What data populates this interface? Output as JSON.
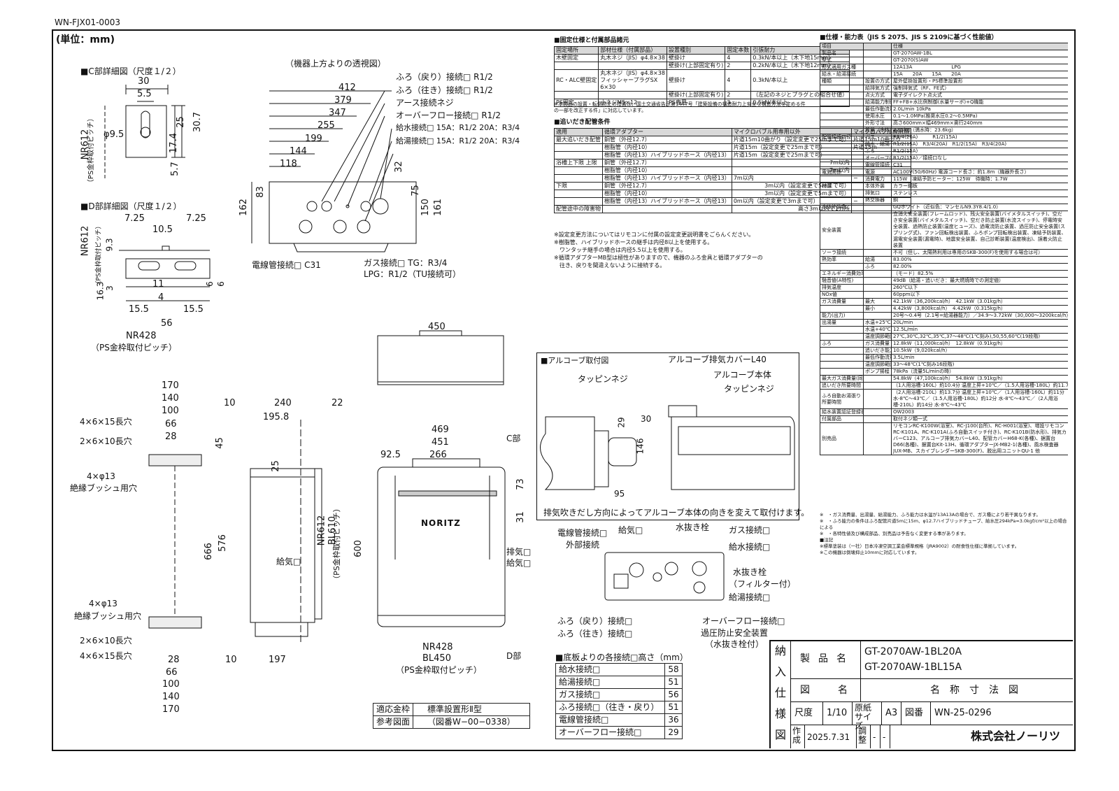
{
  "doc_id": "WN-FJX01-0003",
  "unit": "(単位：mm)",
  "c_detail": {
    "title": "■C部詳細図（尺度１/２）",
    "dims": [
      "30",
      "5.5",
      "φ9.5",
      "30.7",
      "25",
      "17.4",
      "5.7"
    ],
    "pitch": "NR612",
    "pitch_note": "（PS金枠取付ピッチ）"
  },
  "d_detail": {
    "title": "■D部詳細図（尺度１/２）",
    "dims": [
      "7.25",
      "10.5",
      "7.25",
      "9.3",
      "16.3",
      "3",
      "11",
      "6",
      "6",
      "4",
      "15.5",
      "15.5",
      "56"
    ],
    "pitch_left": "NR612",
    "pitch_left_note": "（PS金枠取付ピッチ）",
    "pitch_bottom": "NR428",
    "pitch_bottom_note": "（PS金枠取付ピッチ）"
  },
  "top_view": {
    "title": "（機器上方よりの透視図）",
    "dims": [
      "412",
      "379",
      "347",
      "255",
      "199",
      "144",
      "118",
      "83",
      "162",
      "32",
      "75",
      "150",
      "161"
    ],
    "labels": [
      "ふろ（戻り）接続□ R1/2",
      "ふろ（往き）接続□ R1/2",
      "アース接続ネジ",
      "オーバーフロー接続□ R1/2",
      "給水接続□ 15A：R1/2 20A：R3/4",
      "給湯接続□ 15A：R1/2 20A：R3/4"
    ],
    "bottom_left": "電線管接続□ C31",
    "gas": [
      "ガス接続□ TG：R3/4",
      "LPG：R1/2（TU接続可）"
    ]
  },
  "left_bracket": {
    "dims_top": [
      "170",
      "140",
      "100",
      "66",
      "28"
    ],
    "labels_top": [
      "4×6×15長穴",
      "2×6×10長穴",
      "4×φ13",
      "絶縁ブッシュ用穴"
    ],
    "labels_bottom": [
      "4×φ13",
      "絶縁ブッシュ用穴",
      "2×6×10長穴",
      "4×6×15長穴"
    ],
    "dims_bottom": [
      "28",
      "66",
      "100",
      "140",
      "170"
    ]
  },
  "side_view": {
    "dims": [
      "10",
      "240",
      "22",
      "195.8",
      "45",
      "25",
      "666",
      "576",
      "10",
      "197"
    ],
    "labels": [
      "給気□"
    ]
  },
  "plan_view": {
    "width": "450"
  },
  "front_view": {
    "dims": [
      "469",
      "451",
      "92.5",
      "266",
      "73",
      "31",
      "600"
    ],
    "pitch": [
      "NR612",
      "BL610",
      "（PS金枠取付ピッチ）"
    ],
    "labels": [
      "C部",
      "排気□",
      "給気□",
      "D部"
    ],
    "brand": "NORITZ",
    "bottom_pitch": [
      "NR428",
      "BL450",
      "（PS金枠取付ピッチ）"
    ]
  },
  "ref_table": {
    "rows": [
      [
        "適応金枠",
        "標準設置形Ⅱ型"
      ],
      [
        "参考図面",
        "（図番W−00−0338）"
      ]
    ]
  },
  "fixing_table": {
    "title": "■固定仕様と付属部品諸元",
    "headers": [
      "固定場所",
      "部材仕様（付属部品）",
      "設置種別",
      "固定本数",
      "引張耐力"
    ],
    "rows": [
      [
        "木壁固定",
        "丸木ネジ（JIS）φ4.8×38",
        "壁掛け",
        "4",
        "0.3kN/本以上（木下地15mm）"
      ],
      [
        "",
        "",
        "壁掛け(上部固定有り)",
        "2",
        "0.2kN/本以上（木下地12mm）"
      ],
      [
        "RC・ALC壁固定",
        "丸木ネジ（JIS）φ4.8×38 フィッシャープラグSX 6×30",
        "壁掛け",
        "4",
        "0.3kN/本以上"
      ],
      [
        "",
        "",
        "壁掛け(上部固定有り)",
        "2",
        "（左記のネジとプラグとの組合せ値）"
      ],
      [
        "PS固定",
        "小ネジM5×12",
        "PS専用",
        "3",
        "0.5kN/本以上"
      ]
    ],
    "note": "※本製品の設置・転倒防止の措置は、国土交通省告示第1447号「建築設備の構造耐力上安全な構造方法を定める件の一部を改正する件」に対応しています。"
  },
  "piping_table": {
    "title": "■追いだき配管条件",
    "headers": [
      "適用",
      "循環アダプター",
      "マイクロバブル用専用以外",
      "マイクロバブル専用用"
    ],
    "rows": [
      [
        "最大追いだき配管",
        "銅管（外径12.7）",
        "片道15m10曲がり（設定変更で25mまで可）",
        "片道15m10曲がり"
      ],
      [
        "",
        "樹脂管（内径10）",
        "片道15m（設定変更で25mまで可）",
        "片道15m"
      ],
      [
        "",
        "樹脂管（内径13）ハイブリッドホース（内径13）",
        "片道15m（設定変更で25mまで可）",
        "−"
      ],
      [
        "浴槽上下限 上限",
        "銅管（外径12.7）",
        "7m以内",
        ""
      ],
      [
        "",
        "樹脂管（内径10）",
        "7m以内",
        ""
      ],
      [
        "",
        "樹脂管（内径13）ハイブリッドホース（内径13）",
        "7m以内",
        "−"
      ],
      [
        "下限",
        "銅管（外径12.7）",
        "3m以内（設定変更で5mまで可）",
        ""
      ],
      [
        "",
        "樹脂管（内径10）",
        "3m以内（設定変更で5mまで可）",
        ""
      ],
      [
        "",
        "樹脂管（内径13）ハイブリッドホース（内径13）",
        "0m以内（設定変更で3mまで可）",
        "−"
      ],
      [
        "配管途中の障害物",
        "",
        "高さ3m以内で1カ所",
        ""
      ]
    ],
    "notes": [
      "※設定変更方法についてはリモコンに付属の設定変更説明書をごらんください。",
      "※樹脂管、ハイブリッドホースの継手は内径8以上を使用する。",
      "　ワンタッチ継手の場合は内径5.5以上を使用する。",
      "※循環アダプターMB型は極性がありますので、機器のふろ金具と循環アダプターの",
      "　往き、戻りを間違えないように接続する。"
    ]
  },
  "alcove": {
    "title": "■アルコーブ取付図",
    "labels": [
      "タッピンネジ",
      "アルコーブ排気カバーL40",
      "アルコーブ本体",
      "タッピンネジ"
    ],
    "dims": [
      "29",
      "30",
      "146",
      "95"
    ],
    "caption": "排気吹きだし方向によってアルコーブ本体の向きを変えて取付けます。"
  },
  "bottom_view": {
    "labels_top": [
      "電線管接続□",
      "外部接続",
      "給気□",
      "水抜き栓",
      "ガス接続□",
      "給水接続□",
      "水抜き栓",
      "（フィルター付）",
      "給湯接続□"
    ],
    "labels_bottom": [
      "ふろ（戻り）接続□",
      "ふろ（往き）接続□",
      "オーバーフロー接続□",
      "過圧防止安全装置",
      "（水抜き栓付）"
    ]
  },
  "height_table": {
    "title": "■底板よりの各接続□高さ（mm）",
    "rows": [
      [
        "給水接続□",
        "58"
      ],
      [
        "給湯接続□",
        "51"
      ],
      [
        "ガス接続□",
        "56"
      ],
      [
        "ふろ接続□（往き・戻り）",
        "51"
      ],
      [
        "電線管接続□",
        "36"
      ],
      [
        "オーバーフロー接続□",
        "29"
      ]
    ]
  },
  "spec": {
    "title": "■仕様・能力表（JIS S 2075、JIS S 2109に基づく性能値）",
    "rows": [
      [
        "項目",
        "",
        "仕様"
      ],
      [
        "製品名",
        "",
        "GT-2070AW-1BL"
      ],
      [
        "型式",
        "",
        "GT-2070(S)AW"
      ],
      [
        "形式適用ガス種",
        "",
        "12A13A　　　　　　　　LPG"
      ],
      [
        "給水・給湯接続",
        "",
        "15A　　20A　　15A　　20A"
      ],
      [
        "種類",
        "設置の方式",
        "屋外壁掛設置形・PS標準設置形"
      ],
      [
        "",
        "給排気方式",
        "強制排気式（RF、FE式）"
      ],
      [
        "",
        "点火方式",
        "電子ダイレクト点火式"
      ],
      [
        "",
        "給湯能力制御方式",
        "FF+FB+水比例制御(水量サーボ)+Q機能"
      ],
      [
        "",
        "最低作動流量・水圧",
        "2.0L/min 10kPa"
      ],
      [
        "",
        "使用水圧",
        "0.1〜1.0MPa(推奨水圧0.2〜0.5MPa)"
      ],
      [
        "",
        "外形寸法",
        "高さ600mm×幅469mm×奥行240mm"
      ],
      [
        "",
        "質量（本体）",
        "22.5kg（満水時：23.6kg）"
      ],
      [
        "配管接続口径",
        "ガス",
        "R3/4(20A)　　　R1/2(15A)"
      ],
      [
        "",
        "給水・給湯",
        "R1/2(15A)　R3/4(20A)　R1/2(15A)　R3/4(20A)"
      ],
      [
        "",
        "ふろ",
        "R1/2(15A)"
      ],
      [
        "",
        "オーバーフロー/ドレン排出",
        "R1/2(15A)／接続口なし"
      ],
      [
        "",
        "電線管接続",
        "C31"
      ],
      [
        "電気関係",
        "電源",
        "AC100V(50/60Hz) 電源コード長さ：約1.8m（機器外長さ）"
      ],
      [
        "",
        "消費電力",
        "115W　凍結予防ヒーター：125W　待機時：1.7W"
      ],
      [
        "材質",
        "本体外装",
        "カラー鋼板"
      ],
      [
        "",
        "排気口",
        "ステンレス"
      ],
      [
        "",
        "熱交換器",
        "銅"
      ],
      [
        "本体外装色",
        "",
        "GQホワイト（近似色：マンセルN9.3Y8.4/1.0）"
      ],
      [
        "安全装置",
        "",
        "立消え安全装置(フレームロッド)、残火安全装置(バイメタルスイッチ)、空だき安全装置(バイメタルスイッチ)、空だき防止装置(水流スイッチ)、停電時安全装置、過熱防止装置(温度ヒューズ)、過電流防止装置、過圧防止安全装置(スプリング式)、ファン回転検出装置、ふろポンプ回転検出装置、凍結予防装置、漏電安全装置(漏電時)、地震安全装置、自己診断装置(温度検出)、誤着火防止装置"
      ],
      [
        "ソーラ接続",
        "",
        "不可（但し、太陽熱利用は専用のSKB-300(F)を使用する場合は可）"
      ],
      [
        "熱効率",
        "給湯",
        "83.00%"
      ],
      [
        "",
        "ふろ",
        "82.00%"
      ],
      [
        "エネルギー消費効率",
        "",
        "（モード）82.5%"
      ],
      [
        "騒音値(A特性)",
        "",
        "49dB（給湯・追いだき：最大燃焼時での測定値）"
      ],
      [
        "排気温度",
        "",
        "260℃以下"
      ],
      [
        "NOx値",
        "",
        "60ppm以下"
      ],
      [
        "ガス消費量",
        "最大",
        "42.1kW（36,200kcal/h）　42.1kW（3.01kg/h）"
      ],
      [
        "",
        "最小",
        "4.42kW（3,800kcal/h）　4.42kW（0.315kg/h）"
      ],
      [
        "能力(出力)",
        "",
        "20号〜0.4号（2.1号=給湯器能力）／34.9〜3.72kW（30,000〜3200kcal/h）"
      ],
      [
        "出湯量",
        "水温+25℃",
        "20L/min"
      ],
      [
        "",
        "水温+40℃",
        "12.5L/min"
      ],
      [
        "",
        "温度調節範囲",
        "27℃,30℃,32℃,35℃,37〜48℃(1℃刻み),50,55,60℃(19段階)"
      ],
      [
        "ふろ",
        "ガス消費量",
        "12.8kW（11,000kcal/h）　12.8kW（0.91kg/h）"
      ],
      [
        "",
        "追いだき能力(出力)",
        "10.5kW（9,020kcal/h）"
      ],
      [
        "",
        "最低作動流量",
        "3.5L/min"
      ],
      [
        "",
        "温度調節範囲",
        "33〜48℃(1℃刻み16段階)"
      ],
      [
        "",
        "ポンプ揚程",
        "78kPa（流量5L/minの時）"
      ],
      [
        "最大ガス消費量(同時使用時)",
        "",
        "54.8kW（47,100kcal/h）　54.8kW（3.91kg/h）"
      ],
      [
        "追いだき所要時間",
        "",
        "（1人用浴槽-160L）約10.4分 温度上昇+10℃／（1.5人用浴槽-180L）約11.7分 温度上昇+10℃"
      ],
      [
        "ふろ自動お湯張り所要時間",
        "",
        "（2人用浴槽-210L）約13.7分 温度上昇+10℃／（1人用浴槽-160L）約11分 水-8℃〜43℃／（1.5人用浴槽-180L）約12分 水-8℃〜43℃／（2人用浴槽-210L）約14分 水-8℃〜43℃"
      ],
      [
        "給水装置認証登録番号",
        "",
        "OW2003"
      ],
      [
        "付属部品",
        "",
        "取付ネジ類一式"
      ],
      [
        "別売品",
        "",
        "リモコンRC-K100W(浴室)、RC-J100(台所)、RC-H001(浴室)、増設リモコンRC-K101A、RC-K101A(ふろ自動スイッチ付き)、RC-K101B(防水形)、排気カバーC123、アルコーブ排気カバーL40、配管カバーH68-K(各種)、据置台D66(各種)、据置台Kit-13H、循環アダプターJX-MB2-1(各種)、風水検査器JUX-MB、スカイブレンダーSKB-300(F)、脱出用ユニットQU-1 他"
      ]
    ],
    "notes": [
      "※　・ガス消費量、出湯量、給湯能力、ふろ能力は水温が13A13Aの場合で、ガス種により若干異なります。",
      "※　・ふろ能力の条件はふろ配管片道5mに15m、φ12.7ハイブリッドチューブ、給水圧294kPa=3.0kgf/cm²以上の場合による",
      "※　・各特性値及び構成部品、別売品は予告なく変更する事があります。",
      "■注記",
      "※標準塗装は（一社）日本冷凍空調工業会標準規格（JRA9002）の耐食性仕様に準拠しています。",
      "※この機器は倒壊抑止10mmに対応しています。"
    ]
  },
  "title_block": {
    "delivery": [
      "納",
      "入",
      "仕",
      "様",
      "図"
    ],
    "product_label": "製品名",
    "products": [
      "GT-2070AW-1BL20A",
      "GT-2070AW-1BL15A"
    ],
    "drawing_label": "図名",
    "drawing_name": "名称寸法図",
    "scale_label": "尺度",
    "scale": "1/10",
    "paper_label": "原紙サイズ",
    "paper": "A3",
    "drawing_no_label": "図番",
    "drawing_no": "WN-25-0296",
    "created_label": "作成",
    "created": "2025.7.31",
    "adjust_label": "調整",
    "adjust": [
      "-",
      "-"
    ],
    "company": "株式会社ノーリツ"
  }
}
